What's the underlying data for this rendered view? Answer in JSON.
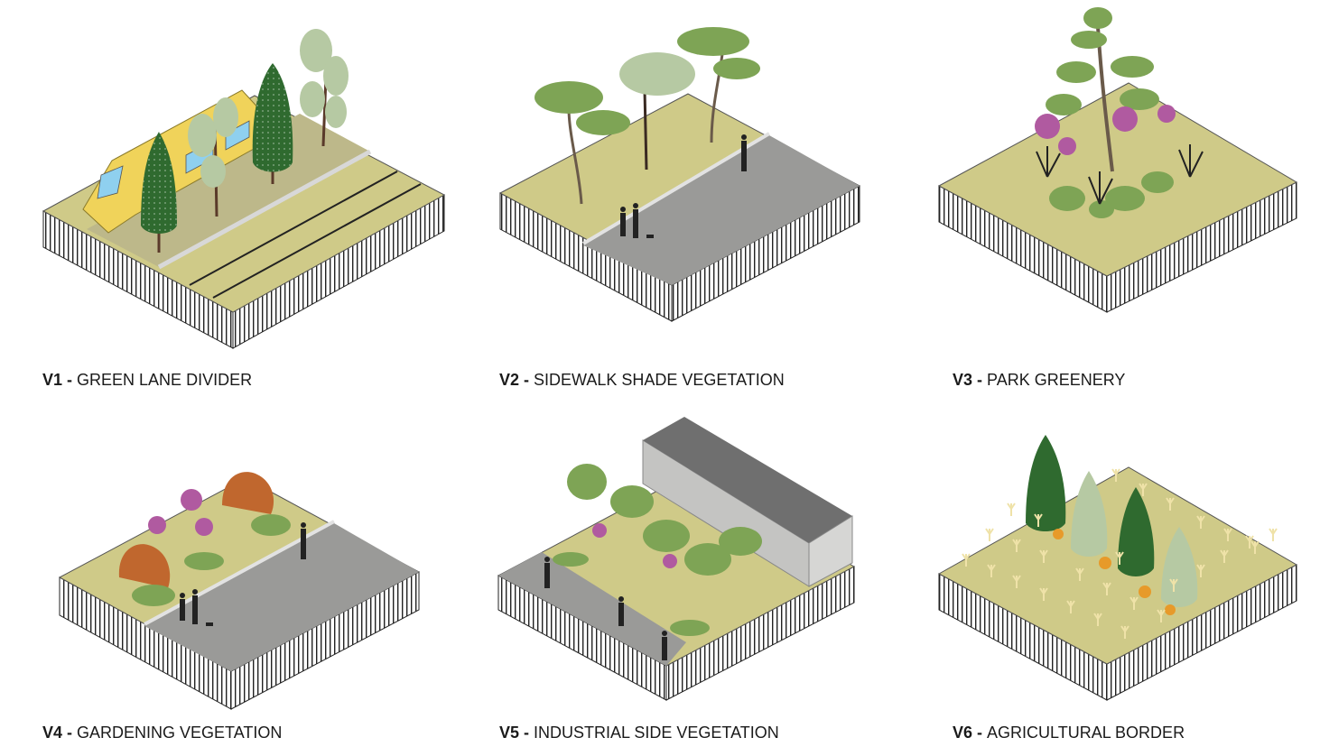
{
  "panels": [
    {
      "code": "V1",
      "separator": " - ",
      "name": "GREEN LANE DIVIDER"
    },
    {
      "code": "V2",
      "separator": " - ",
      "name": "SIDEWALK SHADE VEGETATION"
    },
    {
      "code": "V3",
      "separator": " - ",
      "name": "PARK GREENERY"
    },
    {
      "code": "V4",
      "separator": " - ",
      "name": "GARDENING VEGETATION"
    },
    {
      "code": "V5",
      "separator": " - ",
      "name": "INDUSTRIAL SIDE VEGETATION"
    },
    {
      "code": "V6",
      "separator": " - ",
      "name": "AGRICULTURAL BORDER"
    }
  ],
  "colors": {
    "ground": "#cfca88",
    "road": "#9a9a98",
    "wall": "#c4c4c2",
    "roof": "#6f6f6f",
    "tram": "#f0d35a",
    "dark_tree": "#2f6a2f",
    "mid_tree": "#7ea455",
    "pale_tree": "#b6c9a3",
    "flower": "#b05aa0",
    "orange_tree": "#c0672e",
    "marigold": "#e79a2a",
    "edge_stripe": "#222222"
  },
  "icons": [
    "tree-icon",
    "person-icon",
    "dog-icon",
    "tram-icon",
    "building-icon",
    "flower-icon",
    "wheat-icon"
  ]
}
